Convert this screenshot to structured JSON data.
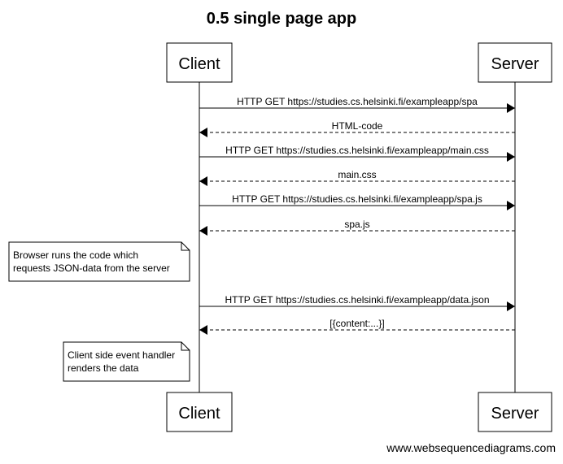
{
  "diagram": {
    "title": "0.5 single page app",
    "footer": "www.websequencediagrams.com",
    "participants": [
      {
        "id": "client",
        "label": "Client"
      },
      {
        "id": "server",
        "label": "Server"
      }
    ],
    "events": [
      {
        "kind": "message",
        "from": "client",
        "to": "server",
        "style": "solid",
        "label": "HTTP GET https://studies.cs.helsinki.fi/exampleapp/spa"
      },
      {
        "kind": "message",
        "from": "server",
        "to": "client",
        "style": "dashed",
        "label": "HTML-code"
      },
      {
        "kind": "message",
        "from": "client",
        "to": "server",
        "style": "solid",
        "label": "HTTP GET https://studies.cs.helsinki.fi/exampleapp/main.css"
      },
      {
        "kind": "message",
        "from": "server",
        "to": "client",
        "style": "dashed",
        "label": "main.css"
      },
      {
        "kind": "message",
        "from": "client",
        "to": "server",
        "style": "solid",
        "label": "HTTP GET https://studies.cs.helsinki.fi/exampleapp/spa.js"
      },
      {
        "kind": "message",
        "from": "server",
        "to": "client",
        "style": "dashed",
        "label": "spa.js"
      },
      {
        "kind": "note",
        "side": "left-of",
        "participant": "client",
        "lines": [
          "Browser runs the code which",
          "requests JSON-data from the server"
        ]
      },
      {
        "kind": "message",
        "from": "client",
        "to": "server",
        "style": "solid",
        "label": "HTTP GET https://studies.cs.helsinki.fi/exampleapp/data.json"
      },
      {
        "kind": "message",
        "from": "server",
        "to": "client",
        "style": "dashed",
        "label": "[{content:...}]"
      },
      {
        "kind": "note",
        "side": "left-of",
        "participant": "client",
        "lines": [
          "Client side event handler",
          "renders the data"
        ]
      }
    ]
  }
}
